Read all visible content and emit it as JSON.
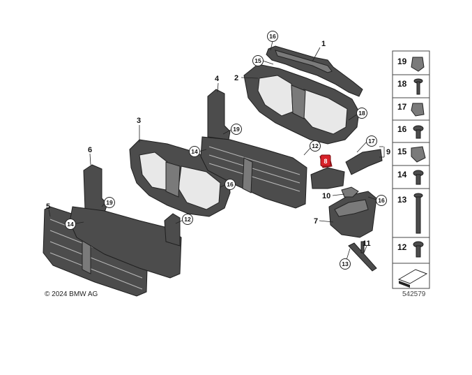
{
  "callouts": {
    "c1": "1",
    "c2": "2",
    "c3": "3",
    "c4": "4",
    "c5": "5",
    "c6": "6",
    "c7": "7",
    "c9": "9",
    "c10": "10",
    "c11": "11"
  },
  "circled": {
    "c16a": "16",
    "c15a": "15",
    "c18a": "18",
    "c19a": "19",
    "c14a": "14",
    "c12a": "12",
    "c17a": "17",
    "c16b": "16",
    "c19b": "19",
    "c14b": "14",
    "c12b": "12",
    "c16c": "16",
    "c13a": "13",
    "c8": "8"
  },
  "legend": [
    "19",
    "18",
    "17",
    "16",
    "15",
    "14",
    "13",
    "12"
  ],
  "copyright": "© 2024 BMW AG",
  "image_number": "542579",
  "colors": {
    "part": "#4c4c4c",
    "highlight": "#d8222a"
  }
}
